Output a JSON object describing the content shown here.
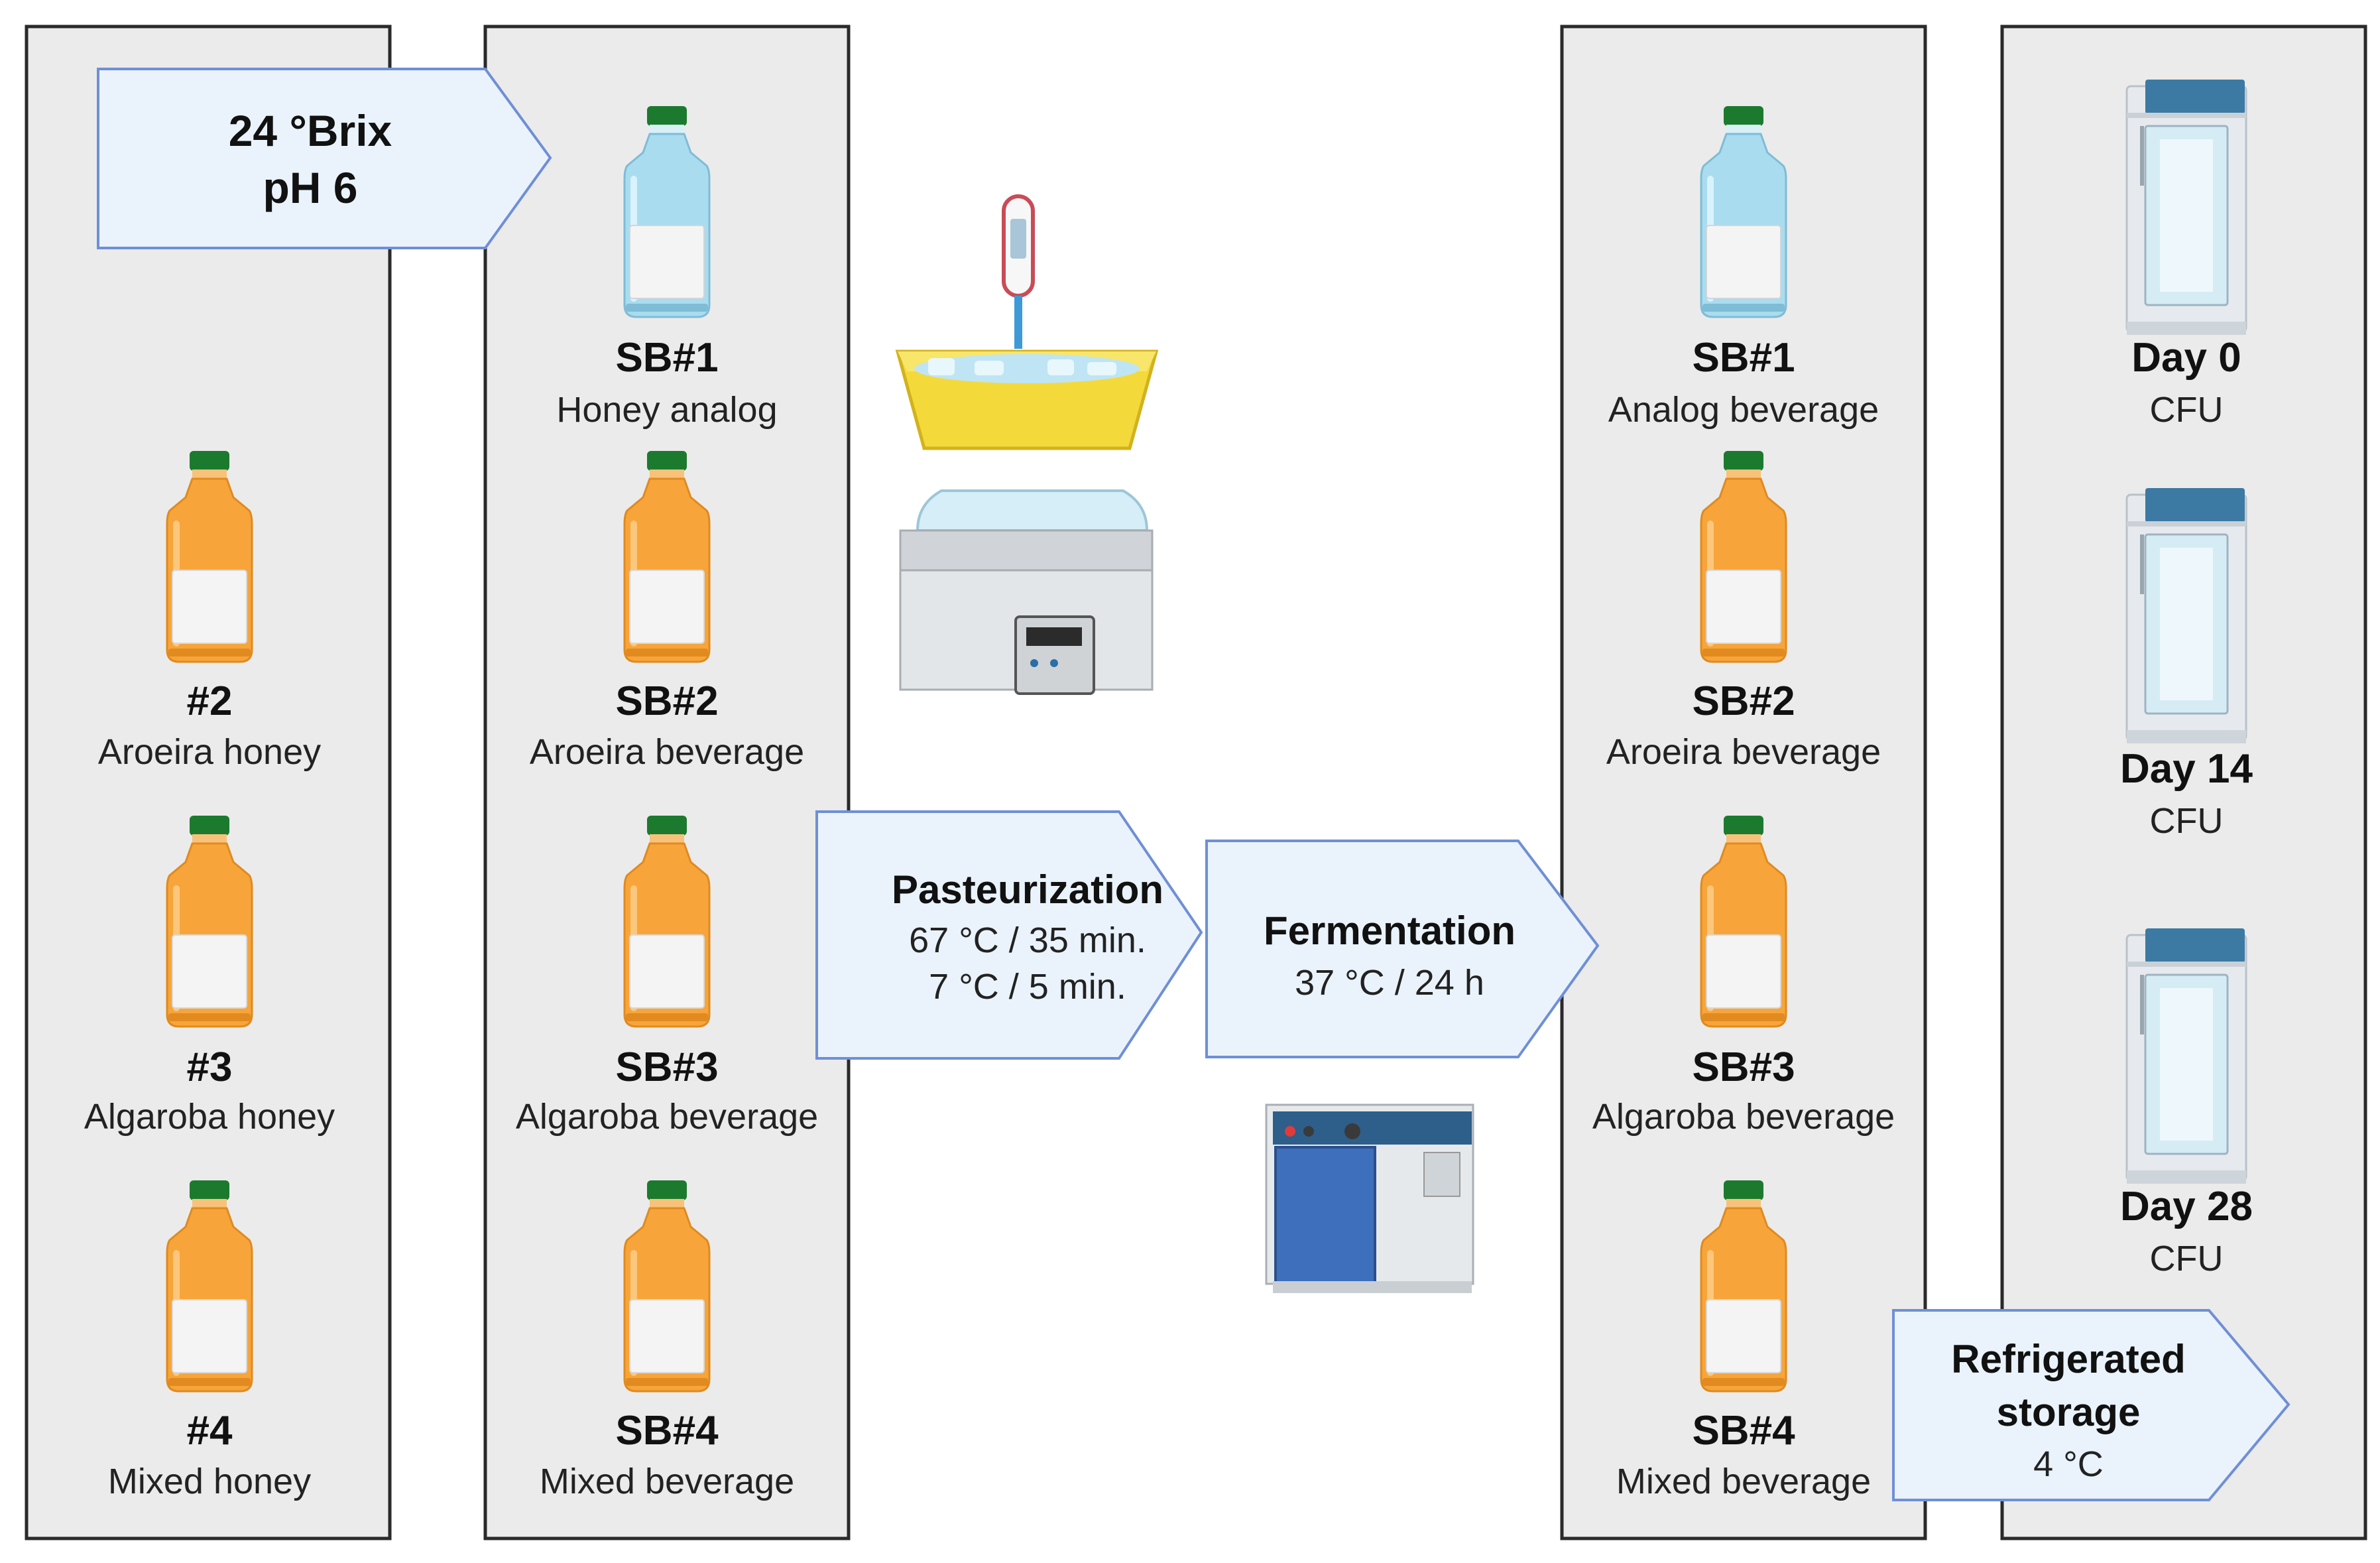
{
  "colors": {
    "panel_fill": "#ebebeb",
    "panel_stroke": "#2a2a2a",
    "arrow_fill": "#eaf3fb",
    "arrow_stroke": "#6f8fd6",
    "bottle_blue": "#a9dcef",
    "bottle_orange": "#f7a53a",
    "cap_green": "#1c7a2e",
    "cap_dark": "#2d5f8a",
    "tray_yellow": "#f4d93a",
    "incubator_blue": "#3d6fbd",
    "fridge_frame": "#e6eaee"
  },
  "brix_arrow": {
    "line1": "24 °Brix",
    "line2": "pH 6"
  },
  "honeys": [
    {
      "code": "#2",
      "name": "Aroeira honey"
    },
    {
      "code": "#3",
      "name": "Algaroba honey"
    },
    {
      "code": "#4",
      "name": "Mixed honey"
    }
  ],
  "samples": [
    {
      "code": "SB#1",
      "name": "Honey analog",
      "bottle": "blue"
    },
    {
      "code": "SB#2",
      "name": "Aroeira beverage",
      "bottle": "orange"
    },
    {
      "code": "SB#3",
      "name": "Algaroba beverage",
      "bottle": "orange"
    },
    {
      "code": "SB#4",
      "name": "Mixed beverage",
      "bottle": "orange"
    }
  ],
  "pasteurization": {
    "title": "Pasteurization",
    "line1": "67 °C / 35 min.",
    "line2": "7 °C / 5 min."
  },
  "fermentation": {
    "title": "Fermentation",
    "line1": "37 °C / 24 h"
  },
  "fermented": [
    {
      "code": "SB#1",
      "name": "Analog beverage",
      "bottle": "blue"
    },
    {
      "code": "SB#2",
      "name": "Aroeira beverage",
      "bottle": "orange"
    },
    {
      "code": "SB#3",
      "name": "Algaroba beverage",
      "bottle": "orange"
    },
    {
      "code": "SB#4",
      "name": "Mixed beverage",
      "bottle": "orange"
    }
  ],
  "storage": {
    "line1": "Refrigerated",
    "line2": "storage",
    "line3": "4 °C"
  },
  "days": [
    {
      "label": "Day 0",
      "unit": "CFU"
    },
    {
      "label": "Day 14",
      "unit": "CFU"
    },
    {
      "label": "Day 28",
      "unit": "CFU"
    }
  ],
  "icons": [
    "thermometer-icon",
    "ice-bath-tray-icon",
    "water-bath-icon",
    "incubator-icon",
    "refrigerator-icon",
    "bottle-icon"
  ]
}
